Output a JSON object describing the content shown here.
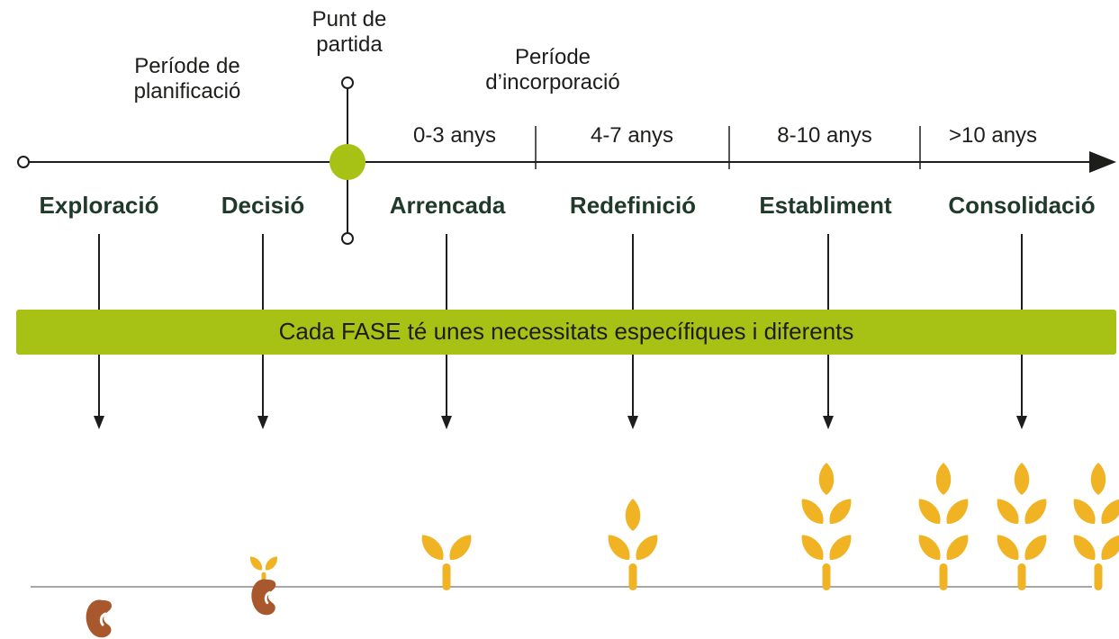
{
  "period_labels": {
    "planning": "Període de planificació",
    "starting_point": "Punt de partida",
    "incorporation": "Període d’incorporació"
  },
  "year_ranges": [
    "0-3 anys",
    "4-7 anys",
    "8-10 anys",
    ">10 anys"
  ],
  "phases": [
    "Exploració",
    "Decisió",
    "Arrencada",
    "Redefinició",
    "Establiment",
    "Consolidació"
  ],
  "banner_text": "Cada FASE té unes necessitats específiques i diferents",
  "colors": {
    "banner": "#a7c214",
    "start_marker": "#a7c214",
    "plant": "#f0b323",
    "seed": "#a9582d",
    "phase_text": "#1f3a2a",
    "line": "#1d1d1b"
  }
}
